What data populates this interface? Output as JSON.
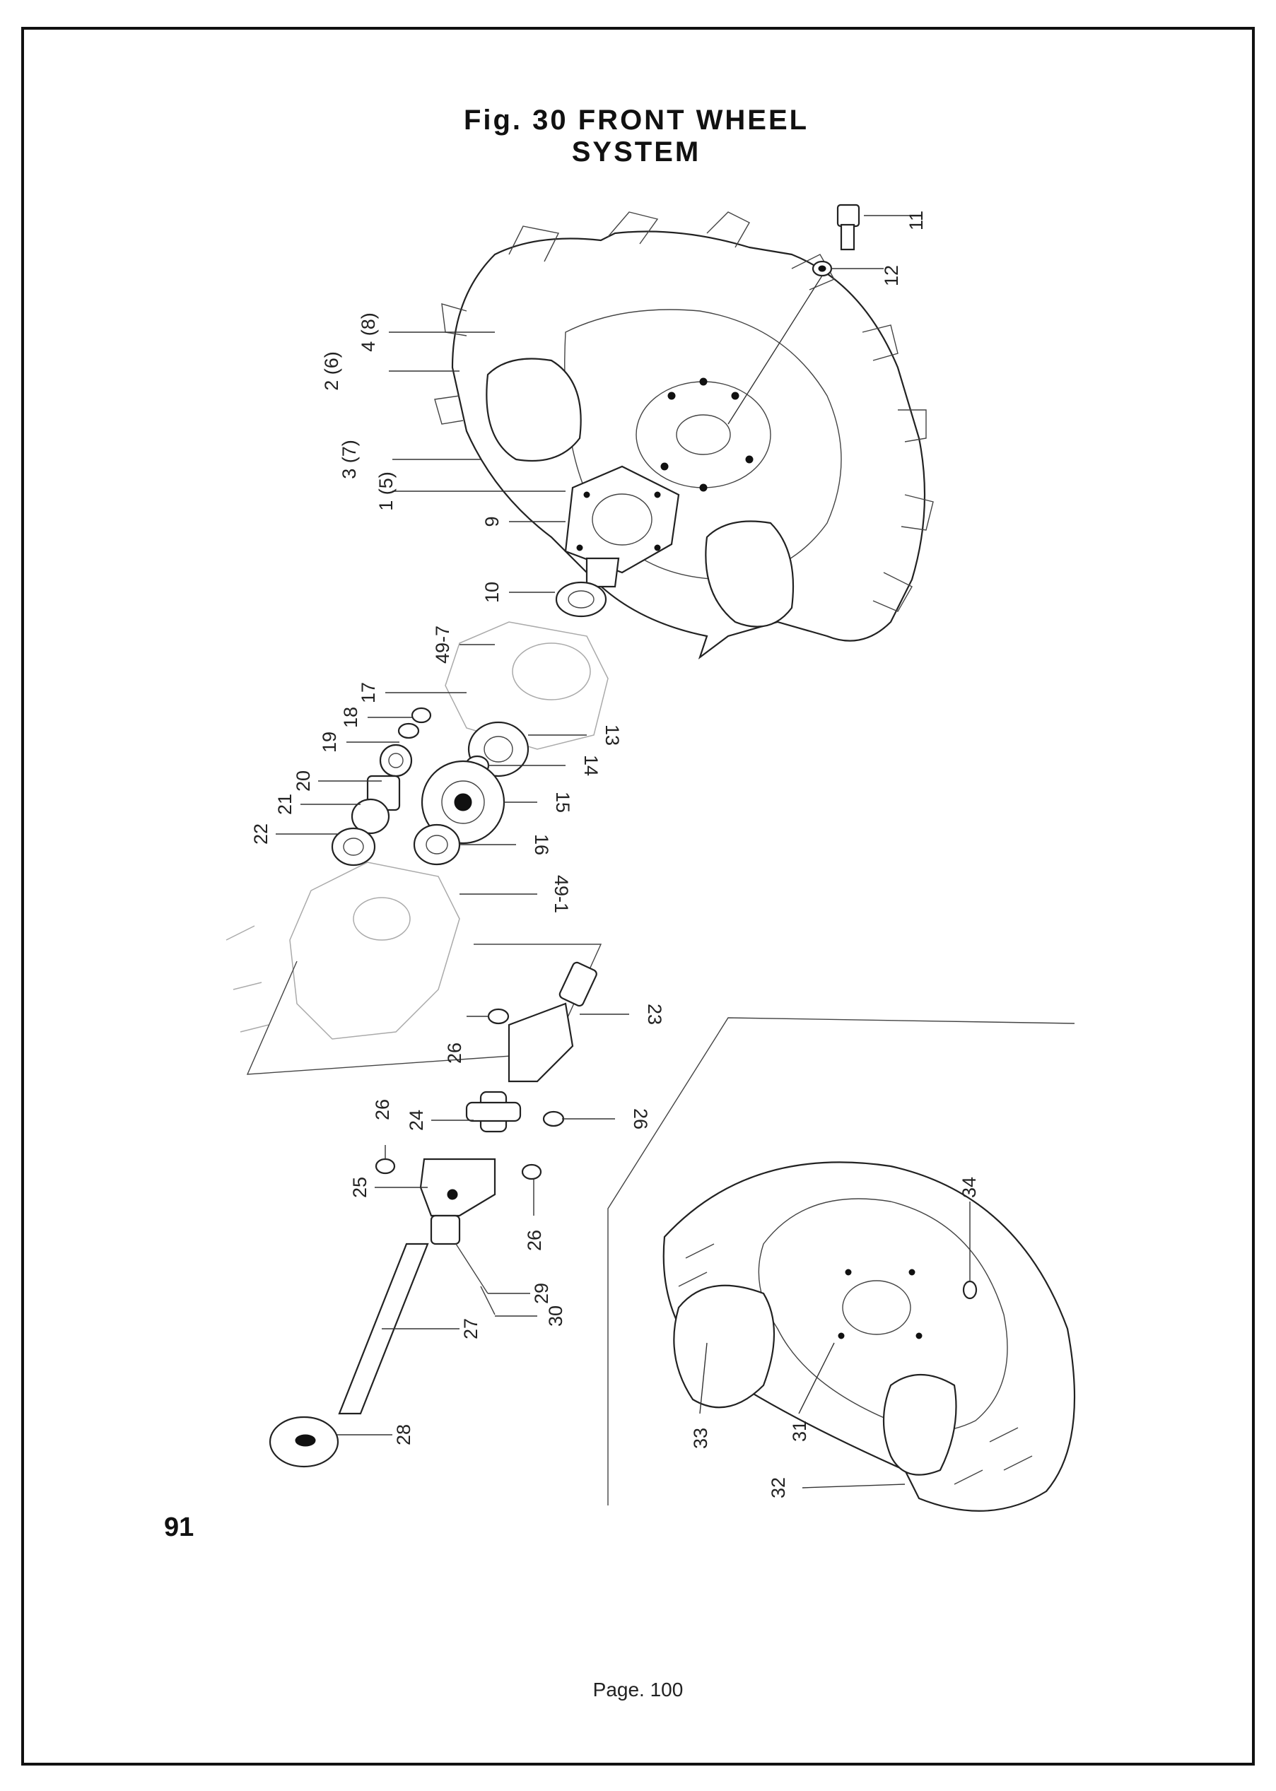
{
  "title": "Fig. 30  FRONT WHEEL SYSTEM",
  "book_page": "91",
  "footer": "Page. 100",
  "callouts": [
    "11",
    "12",
    "4 (8)",
    "2 (6)",
    "3 (7)",
    "1 (5)",
    "9",
    "10",
    "49-7",
    "17",
    "18",
    "19",
    "20",
    "21",
    "22",
    "13",
    "14",
    "15",
    "16",
    "49-1",
    "23",
    "26",
    "24",
    "26",
    "26",
    "25",
    "26",
    "29",
    "30",
    "27",
    "28",
    "34",
    "31",
    "33",
    "32"
  ]
}
